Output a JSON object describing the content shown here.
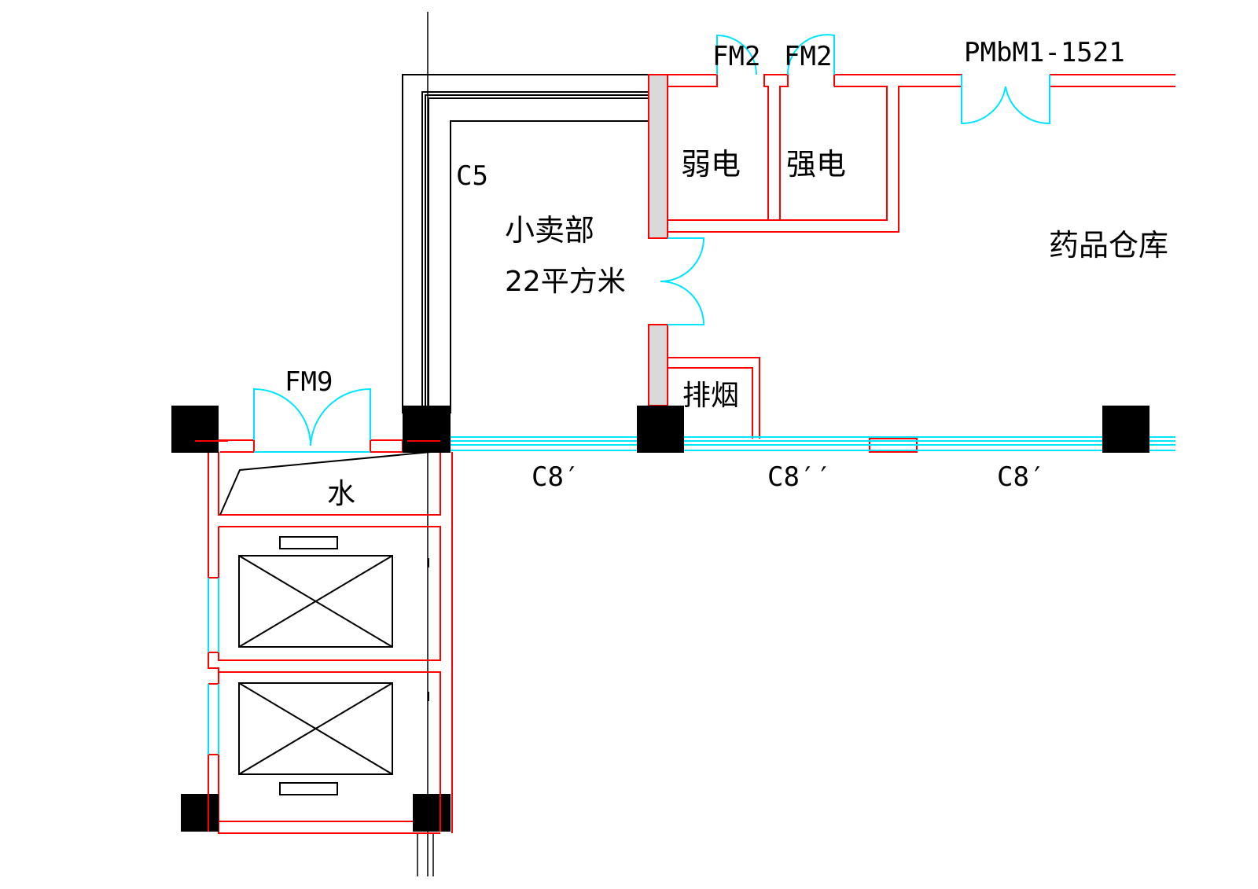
{
  "colors": {
    "wall_red": "#ff0000",
    "door_cyan": "#00e5ff",
    "column_black": "#000000",
    "partition_gray": "#d9d9d9",
    "line_black": "#000000"
  },
  "labels": {
    "door_fm2_left": "FM2",
    "door_fm2_right": "FM2",
    "door_pmbm": "PMbM1-1521",
    "window_c5": "C5",
    "room_weak_power": "弱电",
    "room_strong_power": "强电",
    "room_shop_name": "小卖部",
    "room_shop_area": "22平方米",
    "room_warehouse": "药品仓库",
    "door_fm9": "FM9",
    "room_smoke_exhaust": "排烟",
    "room_water": "水",
    "window_c8_left": "C8′",
    "window_c8_middle": "C8′′",
    "window_c8_right": "C8′"
  }
}
